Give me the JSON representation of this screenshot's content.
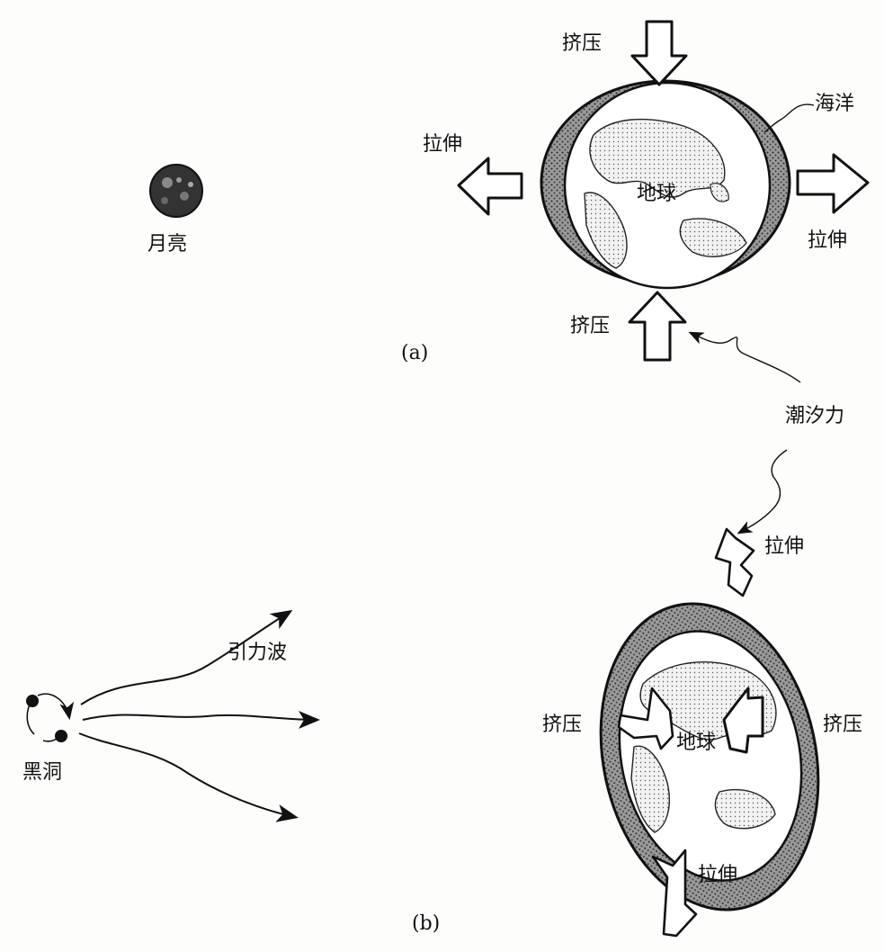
{
  "panel_a": {
    "caption": "(a)",
    "moon": "月亮",
    "squeeze_top": "挤压",
    "squeeze_bottom": "挤压",
    "stretch_left": "拉伸",
    "stretch_right": "拉伸",
    "ocean": "海洋",
    "earth": "地球"
  },
  "tidal_force": "潮汐力",
  "panel_b": {
    "caption": "(b)",
    "gravitational_waves": "引力波",
    "black_holes": "黑洞",
    "stretch_top": "拉伸",
    "stretch_bottom": "拉伸",
    "squeeze_left": "挤压",
    "squeeze_right": "挤压",
    "earth": "地球"
  }
}
